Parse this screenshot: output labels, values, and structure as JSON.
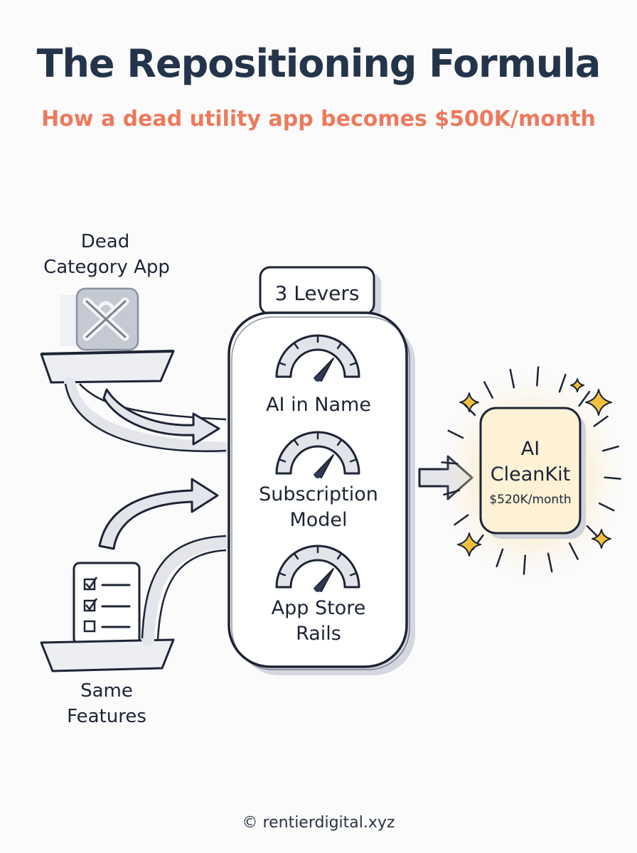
{
  "header": {
    "title": "The Repositioning Formula",
    "subtitle": "How a dead utility app becomes $500K/month"
  },
  "inputs": {
    "dead_app": {
      "line1": "Dead",
      "line2": "Category App"
    },
    "same_features": {
      "line1": "Same",
      "line2": "Features"
    }
  },
  "levers": {
    "header": "3 Levers",
    "items": [
      {
        "line1": "AI in Name",
        "line2": ""
      },
      {
        "line1": "Subscription",
        "line2": "Model"
      },
      {
        "line1": "App Store",
        "line2": "Rails"
      }
    ]
  },
  "output": {
    "line1": "AI",
    "line2": "CleanKit",
    "revenue": "$520K/month"
  },
  "footer": {
    "credit": "© rentierdigital.xyz"
  },
  "colors": {
    "title": "#24344a",
    "subtitle": "#ec7a5c",
    "ink": "#1d2435",
    "arrow_fill": "#e3e5eb",
    "glow": "#f7c96a",
    "output_fill": "#fdf2d6",
    "sparkle": "#f2c23c"
  }
}
